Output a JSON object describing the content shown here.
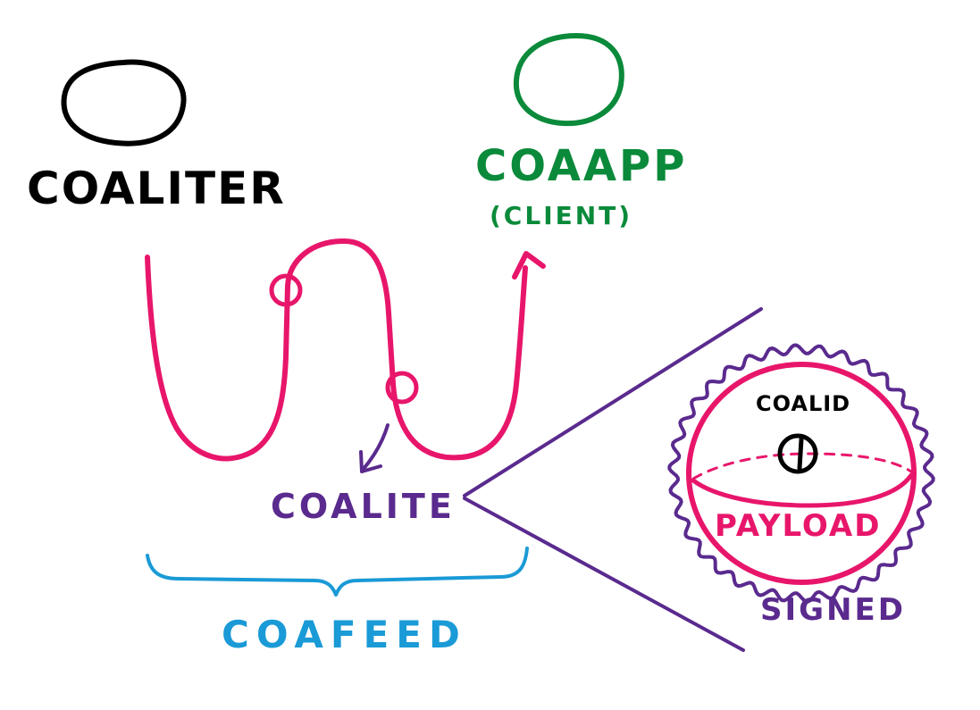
{
  "colors": {
    "ink": "#000000",
    "green": "#0a8a3a",
    "pink": "#e8166b",
    "purple": "#5a2a8e",
    "blue": "#1a9ad6"
  },
  "labels": {
    "coaliter": "COALITER",
    "coaapp": "COAAPP",
    "client": "(CLIENT)",
    "coalite": "COALITE",
    "coafeed": "COAFEED",
    "coalid": "COALID",
    "payload": "PAYLOAD",
    "signed": "SIGNED"
  }
}
